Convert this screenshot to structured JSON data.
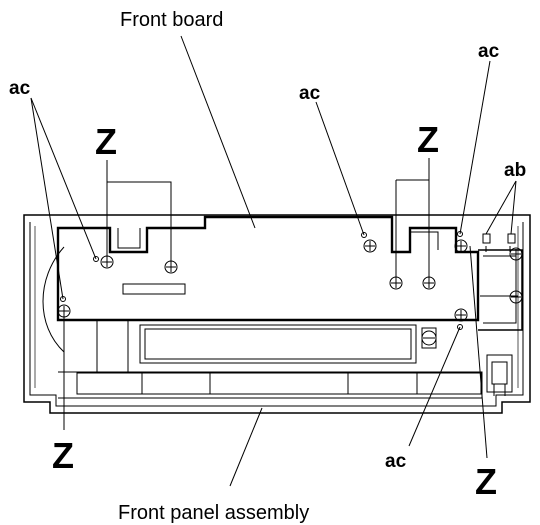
{
  "labels": {
    "front_board": "Front board",
    "front_panel_assembly": "Front panel assembly",
    "ac": "ac",
    "ab": "ab",
    "z": "Z"
  }
}
